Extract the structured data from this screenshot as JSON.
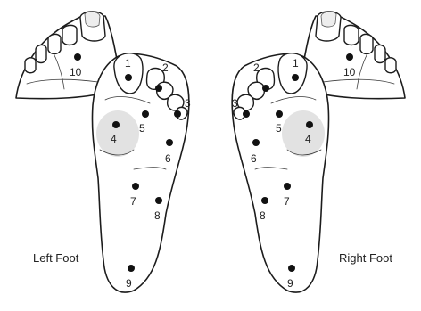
{
  "labels": {
    "left_foot": "Left Foot",
    "right_foot": "Right Foot"
  },
  "points": {
    "left": [
      "1",
      "2",
      "3",
      "4",
      "5",
      "6",
      "7",
      "8",
      "9",
      "10"
    ],
    "right": [
      "1",
      "2",
      "3",
      "4",
      "5",
      "6",
      "7",
      "8",
      "9",
      "10"
    ]
  },
  "colors": {
    "outline": "#1c1c1c",
    "point": "#111111",
    "background": "#ffffff"
  }
}
